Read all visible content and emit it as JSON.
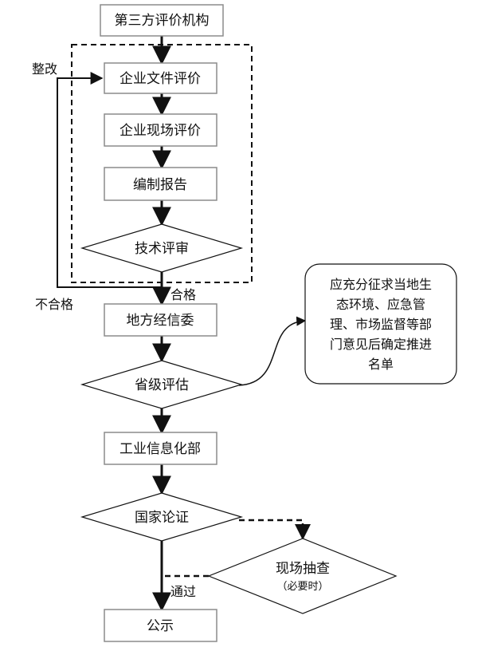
{
  "nodes": {
    "third_party": "第三方评价机构",
    "doc_eval": "企业文件评价",
    "site_eval": "企业现场评价",
    "report": "编制报告",
    "tech_review": "技术评审",
    "local_commission": "地方经信委",
    "provincial_eval": "省级评估",
    "miit": "工业信息化部",
    "national_review": "国家论证",
    "spot_check": "现场抽查",
    "spot_check_note": "（必要时）",
    "publicity": "公示"
  },
  "labels": {
    "rectify": "整改",
    "fail": "不合格",
    "pass": "合格",
    "approved": "通过"
  },
  "note": {
    "lines": [
      "应充分征求当地生",
      "态环境、应急管",
      "理、市场监督等部",
      "门意见后确定推进",
      "名单"
    ]
  },
  "colors": {
    "box_border": "#8c8c8c",
    "line": "#111111"
  }
}
